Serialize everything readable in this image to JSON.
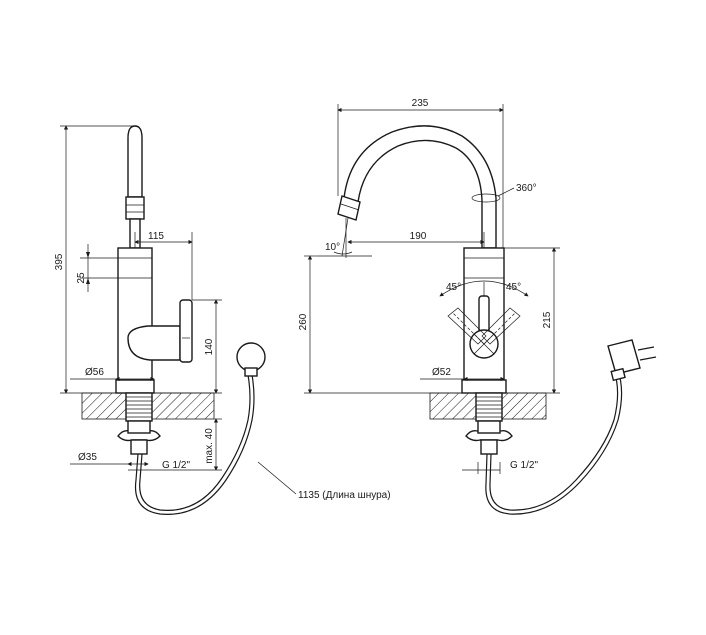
{
  "side_view": {
    "dim_height_total": "395",
    "dim_reach": "115",
    "dim_body_segment": "25",
    "dim_handle_height": "140",
    "dim_body_diameter": "Ø56",
    "dim_base_diameter": "Ø35",
    "dim_thread": "G 1/2\"",
    "dim_max_mount": "max. 40",
    "dim_cord_length": "1135 (Длина шнура)"
  },
  "front_view": {
    "dim_width_total": "235",
    "dim_swivel": "360°",
    "dim_spout_tilt": "10°",
    "dim_spout_reach": "190",
    "dim_height_spout": "260",
    "dim_body_height": "215",
    "dim_angle_left": "45°",
    "dim_angle_right": "45°",
    "dim_body_diameter": "Ø52",
    "dim_thread": "G 1/2\""
  }
}
